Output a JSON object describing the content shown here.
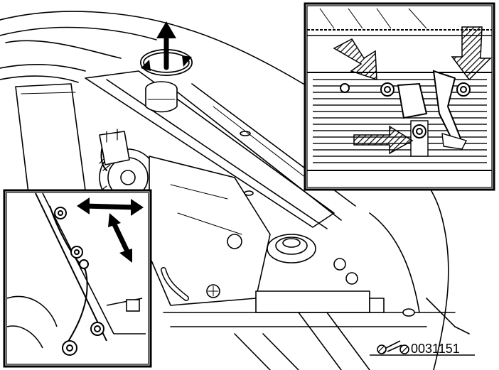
{
  "figure": {
    "reference_code": "0031151",
    "colors": {
      "ink": "#000000",
      "paper": "#ffffff"
    },
    "insets": {
      "top_right": {
        "description_icon": "latch-detail-inset"
      },
      "bottom_left": {
        "description_icon": "cable-detail-inset"
      }
    },
    "icons": [
      "rotate-arrow-icon",
      "move-arrow-icon",
      "bolt-icon",
      "camera-ref-icon"
    ]
  }
}
